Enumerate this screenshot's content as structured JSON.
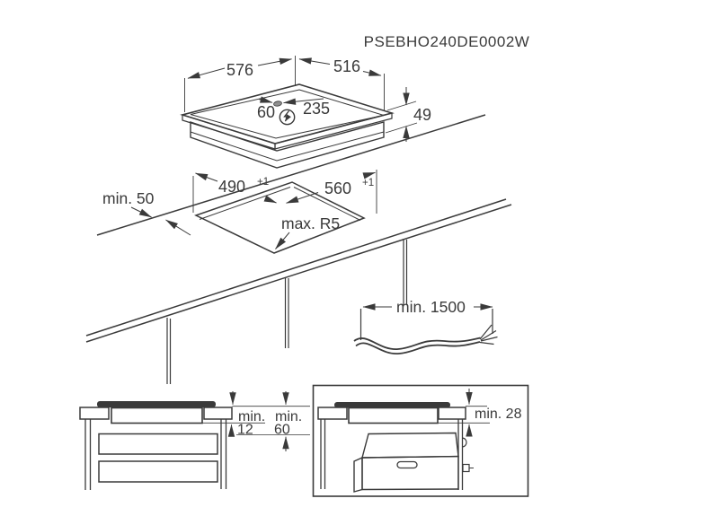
{
  "title": "PSEBHO240DE0002W",
  "colors": {
    "ink": "#3a3a3a",
    "glass_fill": "#3a3a3a",
    "background": "#ffffff"
  },
  "icons": {
    "electrical_connection": "lightning-circle-icon",
    "mains_box": "oval-connection-box"
  },
  "hob_view": {
    "width": "576",
    "depth": "516",
    "height": "49",
    "box_offset": "60",
    "box_to_edge": "235"
  },
  "cutout_view": {
    "depth": "490",
    "depth_sup": "+1",
    "width": "560",
    "width_sup": "+1",
    "edge_clearance": "min. 50",
    "corner_radius": "max. R5"
  },
  "cable_view": {
    "length": "min. 1500"
  },
  "drawer_view": {
    "col1_label": "min.",
    "col1_value": "12",
    "col2_label": "min.",
    "col2_value": "60"
  },
  "oven_view": {
    "clearance": "min. 28"
  }
}
